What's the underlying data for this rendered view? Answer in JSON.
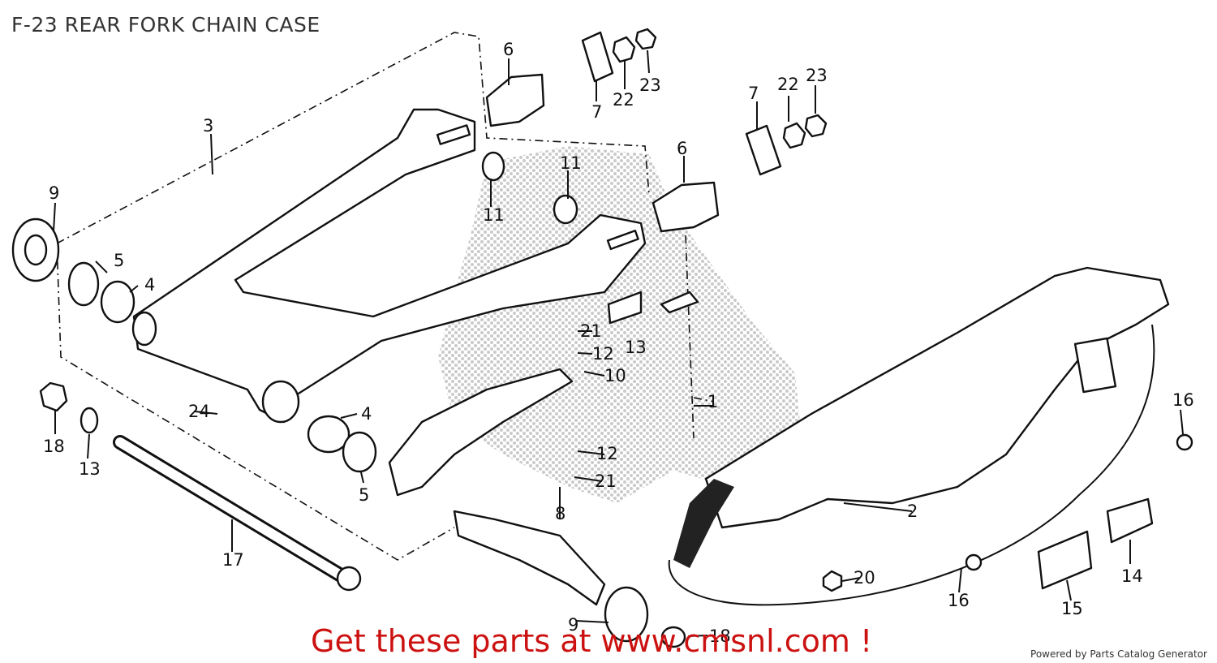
{
  "title": "F-23 REAR FORK CHAIN CASE",
  "callouts": [
    "1",
    "2",
    "3",
    "4",
    "5",
    "6",
    "7",
    "8",
    "9",
    "10",
    "11",
    "12",
    "13",
    "14",
    "15",
    "16",
    "17",
    "18",
    "20",
    "21",
    "22",
    "23",
    "24"
  ],
  "cta": "Get these parts at www.cmsnl.com !",
  "footer": "Powered by Parts Catalog Generator"
}
